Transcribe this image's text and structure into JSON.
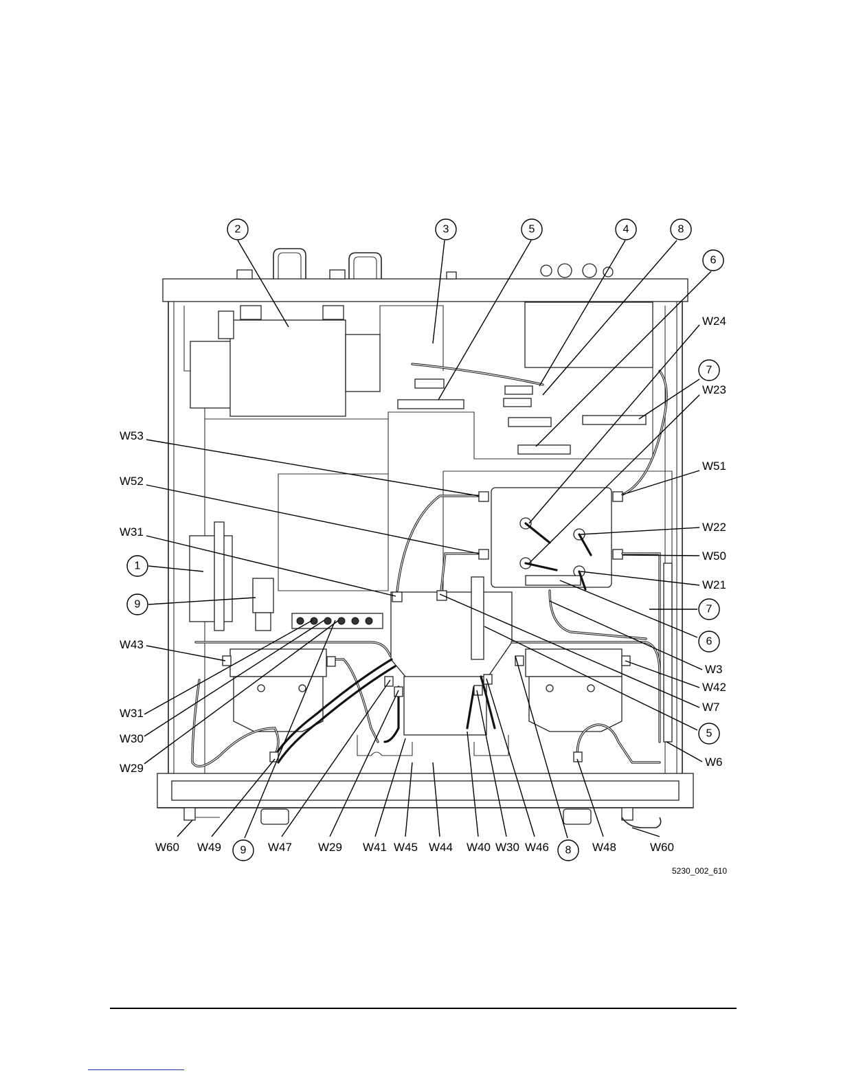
{
  "figure": {
    "id_text": "5230_002_610",
    "callouts": [
      {
        "key": "c2",
        "label": "2"
      },
      {
        "key": "c3",
        "label": "3"
      },
      {
        "key": "c5t",
        "label": "5"
      },
      {
        "key": "c4",
        "label": "4"
      },
      {
        "key": "c8t",
        "label": "8"
      },
      {
        "key": "c6t",
        "label": "6"
      },
      {
        "key": "c7t",
        "label": "7"
      },
      {
        "key": "c1",
        "label": "1"
      },
      {
        "key": "c9l",
        "label": "9"
      },
      {
        "key": "c7r",
        "label": "7"
      },
      {
        "key": "c6r",
        "label": "6"
      },
      {
        "key": "c5r",
        "label": "5"
      },
      {
        "key": "c9b",
        "label": "9"
      },
      {
        "key": "c8b",
        "label": "8"
      }
    ],
    "cable_labels": [
      {
        "key": "w24",
        "label": "W24"
      },
      {
        "key": "w23",
        "label": "W23"
      },
      {
        "key": "w53",
        "label": "W53"
      },
      {
        "key": "w52",
        "label": "W52"
      },
      {
        "key": "w51",
        "label": "W51"
      },
      {
        "key": "w31l",
        "label": "W31"
      },
      {
        "key": "w22",
        "label": "W22"
      },
      {
        "key": "w50",
        "label": "W50"
      },
      {
        "key": "w21",
        "label": "W21"
      },
      {
        "key": "w3",
        "label": "W3"
      },
      {
        "key": "w42",
        "label": "W42"
      },
      {
        "key": "w7",
        "label": "W7"
      },
      {
        "key": "w43",
        "label": "W43"
      },
      {
        "key": "w31b",
        "label": "W31"
      },
      {
        "key": "w30l",
        "label": "W30"
      },
      {
        "key": "w29l",
        "label": "W29"
      },
      {
        "key": "w6",
        "label": "W6"
      },
      {
        "key": "w60l",
        "label": "W60"
      },
      {
        "key": "w49",
        "label": "W49"
      },
      {
        "key": "w47",
        "label": "W47"
      },
      {
        "key": "w29b",
        "label": "W29"
      },
      {
        "key": "w41",
        "label": "W41"
      },
      {
        "key": "w45",
        "label": "W45"
      },
      {
        "key": "w44",
        "label": "W44"
      },
      {
        "key": "w40",
        "label": "W40"
      },
      {
        "key": "w30b",
        "label": "W30"
      },
      {
        "key": "w46",
        "label": "W46"
      },
      {
        "key": "w48",
        "label": "W48"
      },
      {
        "key": "w60r",
        "label": "W60"
      }
    ]
  }
}
